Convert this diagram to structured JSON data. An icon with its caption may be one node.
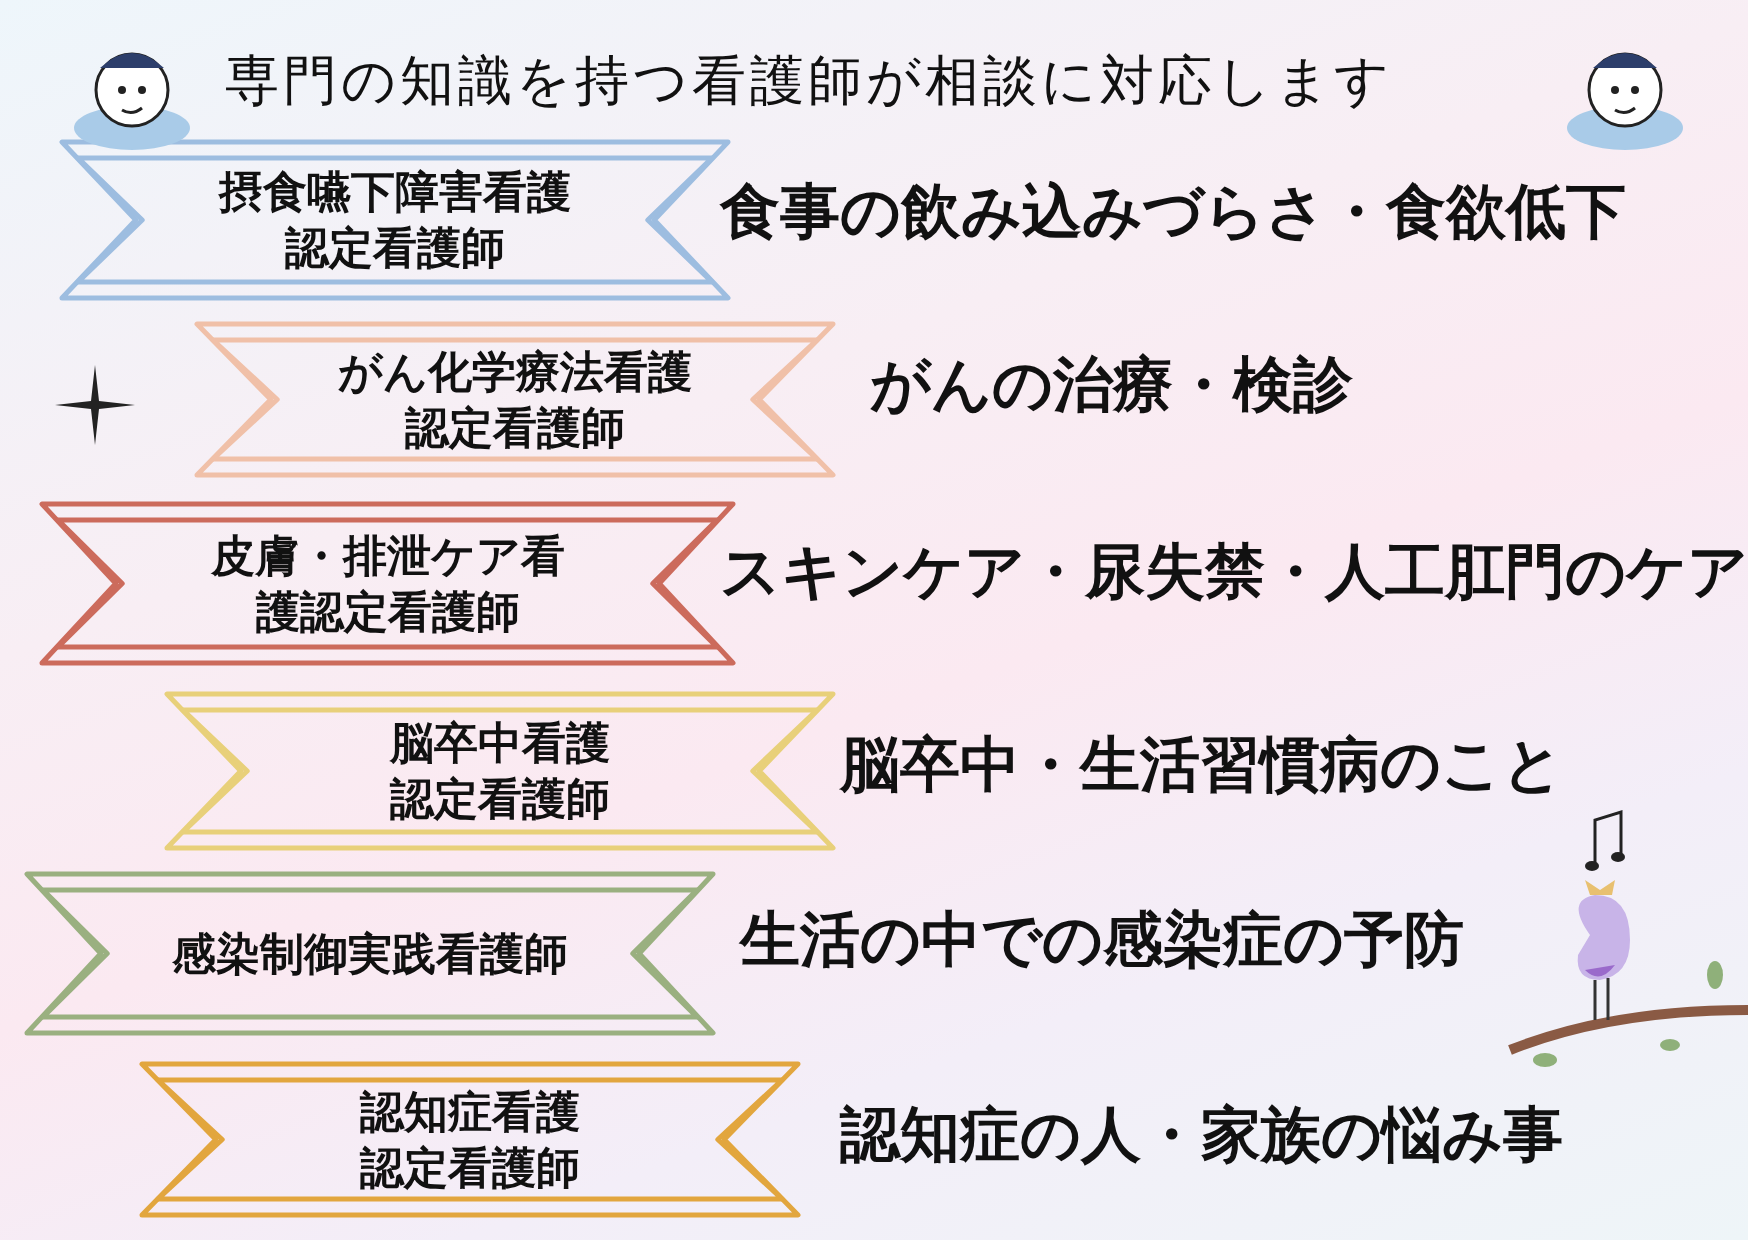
{
  "diagram": {
    "title": "専門の知識を持つ看護師が相談に対応します",
    "nodes": [
      {
        "text": [
          "摂食嚥下障害看護認定看護師"
        ],
        "beside": [
          "食事の飲み込みづらさ・食欲低下"
        ]
      },
      {
        "text": [
          "がん化学療法看護認定看護師"
        ],
        "beside": [
          "がんの治療・検診"
        ]
      },
      {
        "text": [
          "皮膚・排泄ケア看護認定看護師"
        ],
        "beside": [
          "スキンケア・尿失禁・人工肛門のケア"
        ]
      },
      {
        "text": [
          "脳卒中看護認定看護師"
        ],
        "beside": [
          "脳卒中・生活習慣病のこと"
        ]
      },
      {
        "text": [
          "感染制御実践看護師"
        ],
        "beside": [
          "生活の中での感染症の予防"
        ]
      },
      {
        "text": [
          "認知症看護認定看護師"
        ],
        "beside": [
          "認知症の人・家族の悩み事"
        ]
      }
    ]
  }
}
